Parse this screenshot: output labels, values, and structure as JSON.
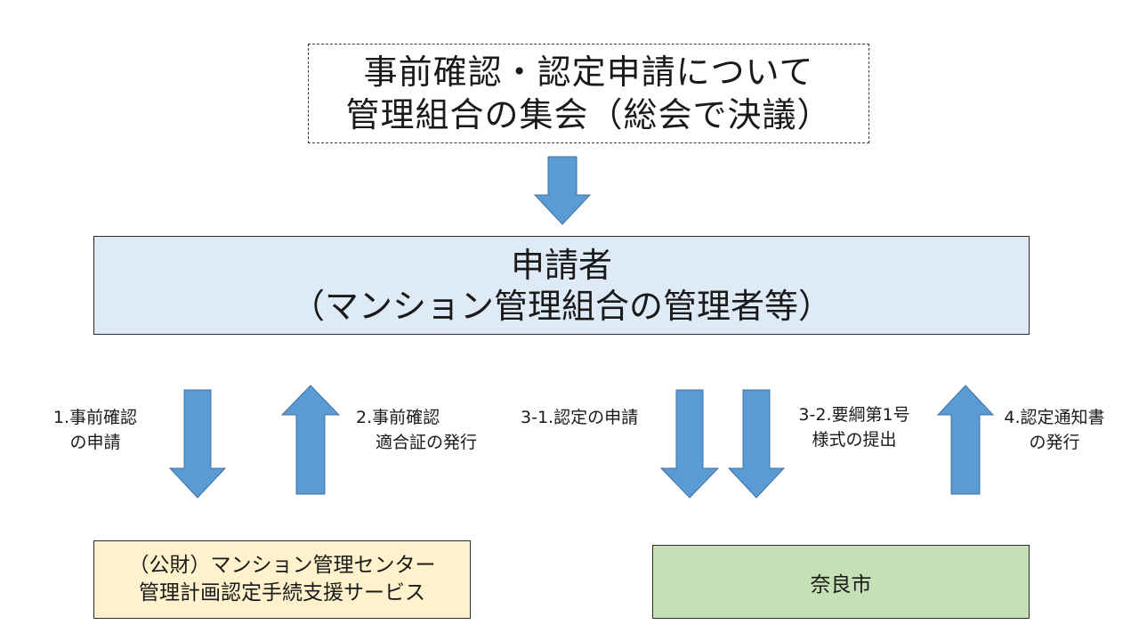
{
  "resolution_box": {
    "line1": "事前確認・認定申請について",
    "line2": "管理組合の集会（総会で決議）"
  },
  "applicant_box": {
    "line1": "申請者",
    "line2": "（マンション管理組合の管理者等）"
  },
  "center_box": {
    "line1": "（公財）マンション管理センター",
    "line2": "管理計画認定手続支援サービス"
  },
  "city_box": {
    "label": "奈良市"
  },
  "steps": {
    "step1": {
      "line1": "1.事前確認",
      "line2": "の申請"
    },
    "step2": {
      "line1": "2.事前確認",
      "line2": "適合証の発行"
    },
    "step3_1": {
      "line1": "3-1.認定の申請"
    },
    "step3_2": {
      "line1": "3-2.要綱第1号",
      "line2": "様式の提出"
    },
    "step4": {
      "line1": "4.認定通知書",
      "line2": "の発行"
    }
  },
  "colors": {
    "arrow_fill": "#5b9bd5",
    "applicant_fill": "#deebf7",
    "center_fill": "#fff2cc",
    "city_fill": "#c5e0b4"
  }
}
